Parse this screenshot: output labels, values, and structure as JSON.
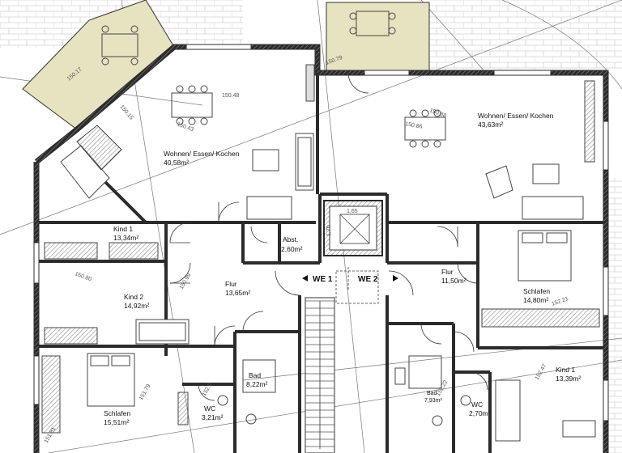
{
  "colors": {
    "wall": "#2b2b2b",
    "hatch": "#9a9a9a",
    "balcony": "#e6e3c0",
    "furniture": "#555555",
    "paving": "#cccccc"
  },
  "rooms": {
    "w1_living": {
      "name": "Wohnen/ Essen/ Kochen",
      "area": "40,58m²"
    },
    "w2_living": {
      "name": "Wohnen/ Essen/ Kochen",
      "area": "43,63m²"
    },
    "w1_kind1": {
      "name": "Kind 1",
      "area": "13,34m²"
    },
    "w1_kind2": {
      "name": "Kind 2",
      "area": "14,92m²"
    },
    "w1_flur": {
      "name": "Flur",
      "area": "13,65m²"
    },
    "w1_abst": {
      "name": "Abst.",
      "area": "2,60m²"
    },
    "w1_bad": {
      "name": "Bad",
      "area": "8,22m²"
    },
    "w1_wc": {
      "name": "WC",
      "area": "3,21m²"
    },
    "w1_schlafen": {
      "name": "Schlafen",
      "area": "15,51m²"
    },
    "w2_flur": {
      "name": "Flur",
      "area": "11,50m²"
    },
    "w2_schlafen": {
      "name": "Schlafen",
      "area": "14,80m²"
    },
    "w2_kind1": {
      "name": "Kind 1",
      "area": "13,39m²"
    },
    "w2_bad": {
      "name": "Bad",
      "area": "7,93m²"
    },
    "w2_wc": {
      "name": "WC",
      "area": "2,70m²"
    }
  },
  "units": {
    "we1": "WE 1",
    "we2": "WE 2"
  },
  "elevator": {
    "width": "1,65",
    "depth": "1,70"
  },
  "levels": [
    "150.17",
    "150.15",
    "150.48",
    "150.43",
    "150.86",
    "150.88",
    "150.79",
    "150.80",
    "150.99",
    "151.79",
    "151.81",
    "152.0",
    "152.22",
    "152.47",
    "152.21"
  ]
}
